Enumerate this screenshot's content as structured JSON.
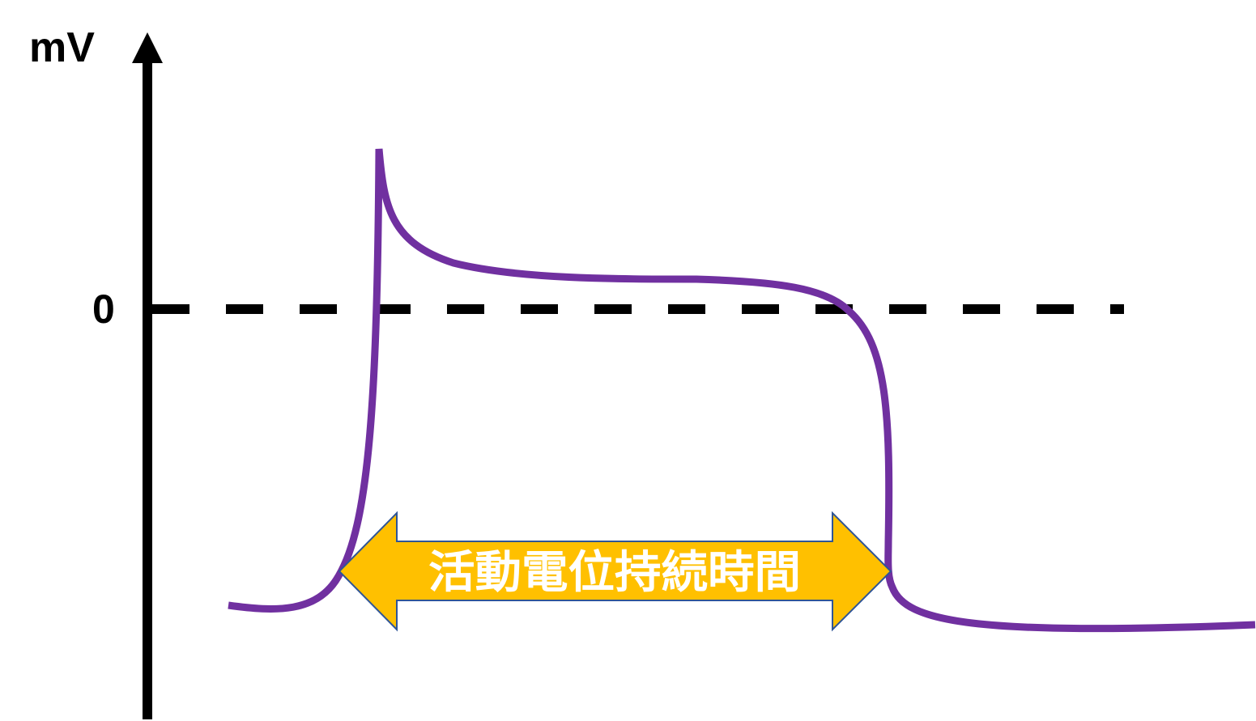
{
  "diagram": {
    "y_axis_label": "mV",
    "zero_label": "0",
    "duration_label": "活動電位持続時間",
    "colors": {
      "curve": "#7030A0",
      "arrow_fill": "#FFC000",
      "arrow_stroke": "#2F5597",
      "axis": "#000000",
      "label_text": "#FFFFFF"
    }
  }
}
